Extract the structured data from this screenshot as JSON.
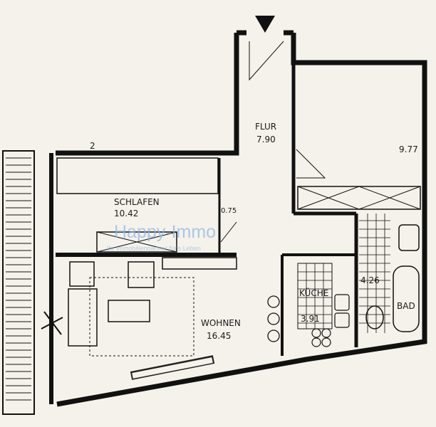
{
  "rooms": {
    "flur": {
      "name": "FLUR",
      "area": "7.90"
    },
    "room_right": {
      "area": "9.77"
    },
    "schlafen": {
      "name": "SCHLAFEN",
      "area": "10.42"
    },
    "abstell": {
      "area": "0.75"
    },
    "wohnen": {
      "name": "WOHNEN",
      "area": "16.45"
    },
    "kueche": {
      "name": "KÜCHE",
      "area": "3.91"
    },
    "bad": {
      "name": "BAD",
      "area": "4.26"
    }
  },
  "axis_mark": "2",
  "watermark": {
    "brand": "Happy-Immo",
    "slogan": "Ihr Immobilienpartner für's Leben"
  }
}
